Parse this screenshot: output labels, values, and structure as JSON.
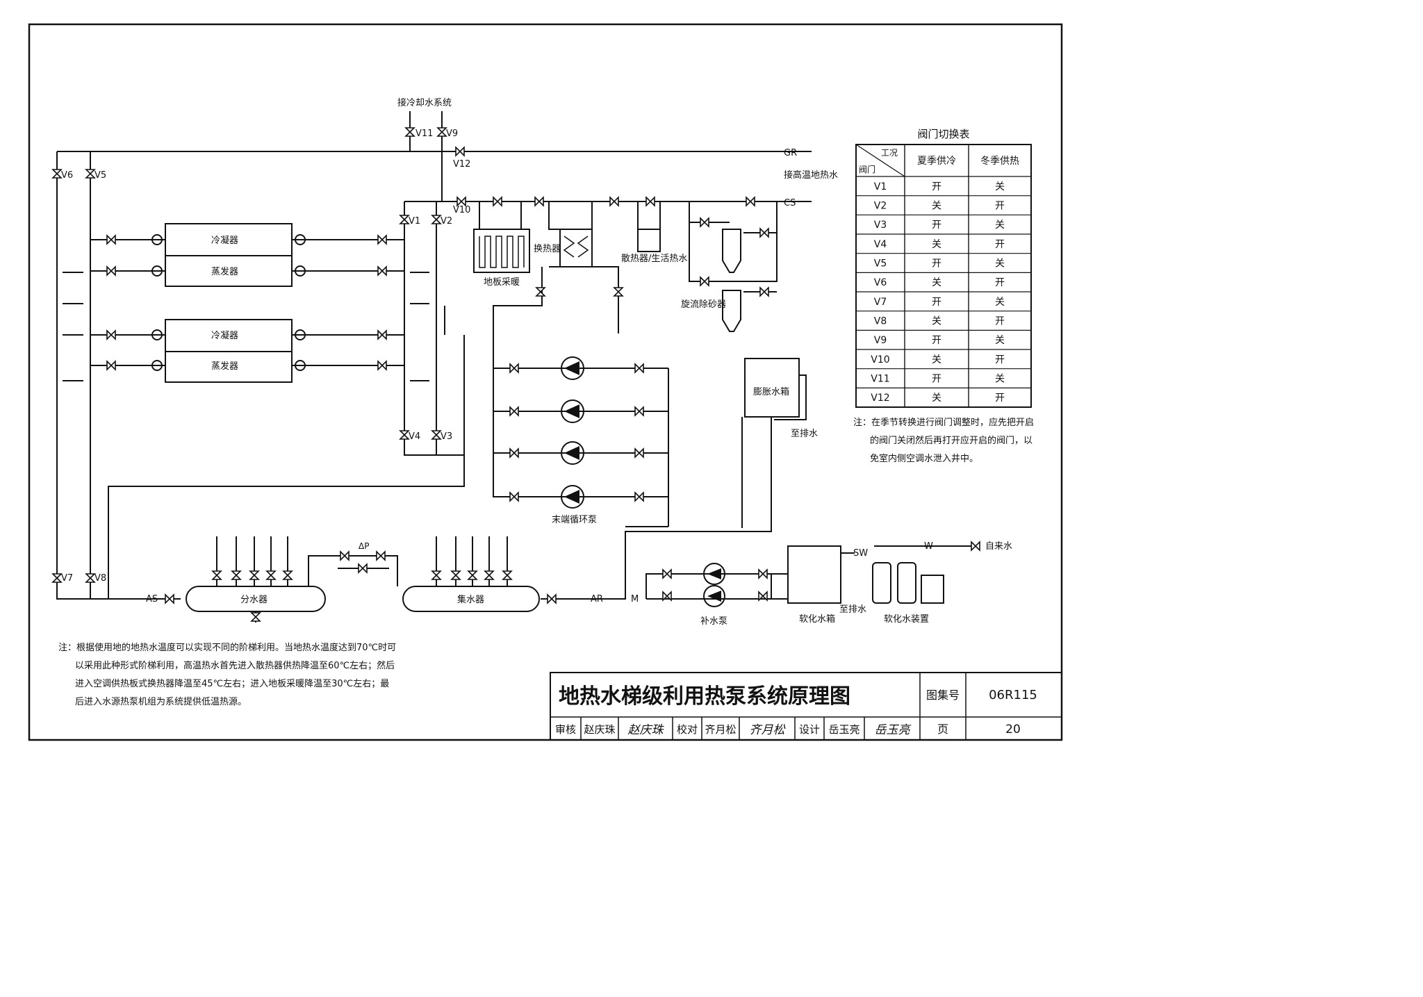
{
  "labels": {
    "cooling_system": "接冷却水系统",
    "high_temp_geothermal": "接高温地热水",
    "gr": "GR",
    "cs": "CS",
    "as": "AS",
    "ar": "AR",
    "m": "M",
    "sw": "SW",
    "w": "W",
    "condenser": "冷凝器",
    "evaporator": "蒸发器",
    "floor_heating": "地板采暖",
    "heat_exchanger": "换热器",
    "radiator": "散热器/生活热水",
    "cyclone": "旋流除砂器",
    "terminal_pump": "末端循环泵",
    "expansion_tank": "膨胀水箱",
    "to_drain": "至排水",
    "water_divider": "分水器",
    "water_collector": "集水器",
    "makeup_pump": "补水泵",
    "softened_tank": "软化水箱",
    "to_drain2": "至排水",
    "softener": "软化水装置",
    "tap_water": "自来水",
    "dp": "ΔP"
  },
  "valves": {
    "v1": "V1",
    "v2": "V2",
    "v3": "V3",
    "v4": "V4",
    "v5": "V5",
    "v6": "V6",
    "v7": "V7",
    "v8": "V8",
    "v9": "V9",
    "v10": "V10",
    "v11": "V11",
    "v12": "V12"
  },
  "valve_table": {
    "title": "阀门切换表",
    "corner_top": "工况",
    "corner_bottom": "阀门",
    "col_summer": "夏季供冷",
    "col_winter": "冬季供热",
    "rows": [
      {
        "valve": "V1",
        "summer": "开",
        "winter": "关"
      },
      {
        "valve": "V2",
        "summer": "关",
        "winter": "开"
      },
      {
        "valve": "V3",
        "summer": "开",
        "winter": "关"
      },
      {
        "valve": "V4",
        "summer": "关",
        "winter": "开"
      },
      {
        "valve": "V5",
        "summer": "开",
        "winter": "关"
      },
      {
        "valve": "V6",
        "summer": "关",
        "winter": "开"
      },
      {
        "valve": "V7",
        "summer": "开",
        "winter": "关"
      },
      {
        "valve": "V8",
        "summer": "关",
        "winter": "开"
      },
      {
        "valve": "V9",
        "summer": "开",
        "winter": "关"
      },
      {
        "valve": "V10",
        "summer": "关",
        "winter": "开"
      },
      {
        "valve": "V11",
        "summer": "开",
        "winter": "关"
      },
      {
        "valve": "V12",
        "summer": "关",
        "winter": "开"
      }
    ]
  },
  "right_note": [
    "注：在季节转换进行阀门调整时，应先把开启",
    "的阀门关闭然后再打开应开启的阀门，以",
    "免室内侧空调水泄入井中。"
  ],
  "bottom_note": [
    "注：根据使用地的地热水温度可以实现不同的阶梯利用。当地热水温度达到70℃时可",
    "以采用此种形式阶梯利用，高温热水首先进入散热器供热降温至60℃左右；然后",
    "进入空调供热板式换热器降温至45℃左右；进入地板采暖降温至30℃左右；最",
    "后进入水源热泵机组为系统提供低温热源。"
  ],
  "title_block": {
    "title": "地热水梯级利用热泵系统原理图",
    "atlas_label": "图集号",
    "atlas_no": "06R115",
    "review_label": "审核",
    "review_name": "赵庆珠",
    "review_sign": "赵庆珠",
    "check_label": "校对",
    "check_name": "齐月松",
    "check_sign": "齐月松",
    "design_label": "设计",
    "design_name": "岳玉亮",
    "design_sign": "岳玉亮",
    "page_label": "页",
    "page_no": "20"
  }
}
